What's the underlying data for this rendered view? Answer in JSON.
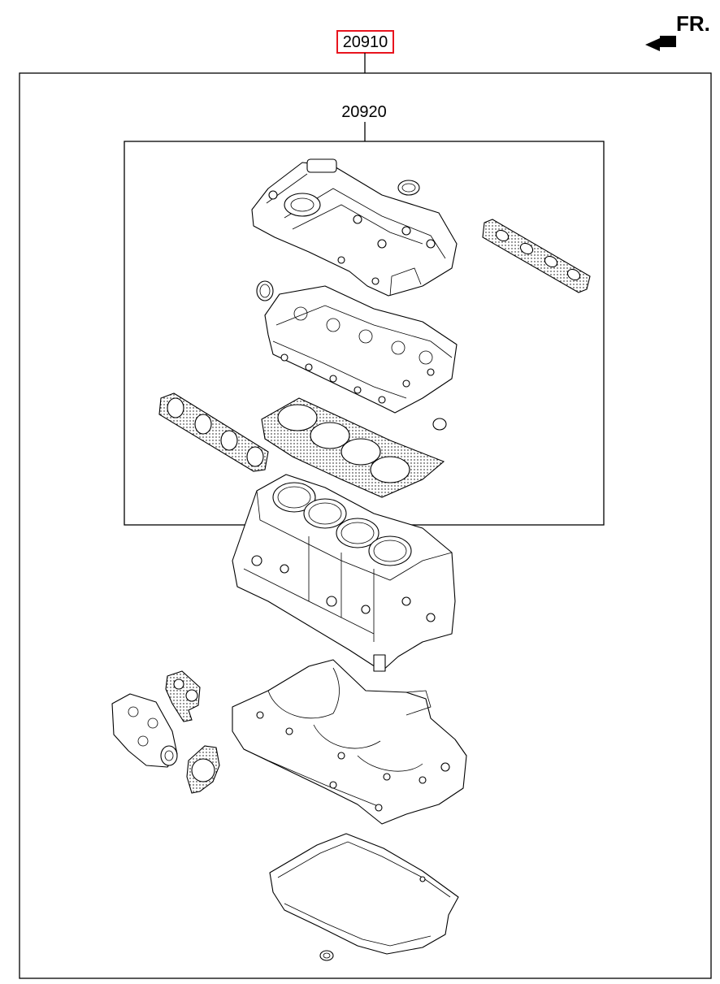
{
  "labels": {
    "outer_part_number": "20910",
    "inner_part_number": "20920",
    "front_marker": "FR."
  },
  "colors": {
    "highlight_box": "#e8141e",
    "line": "#000000",
    "background": "#ffffff"
  },
  "icons": {
    "front_marker": "arrow-left-icon"
  }
}
